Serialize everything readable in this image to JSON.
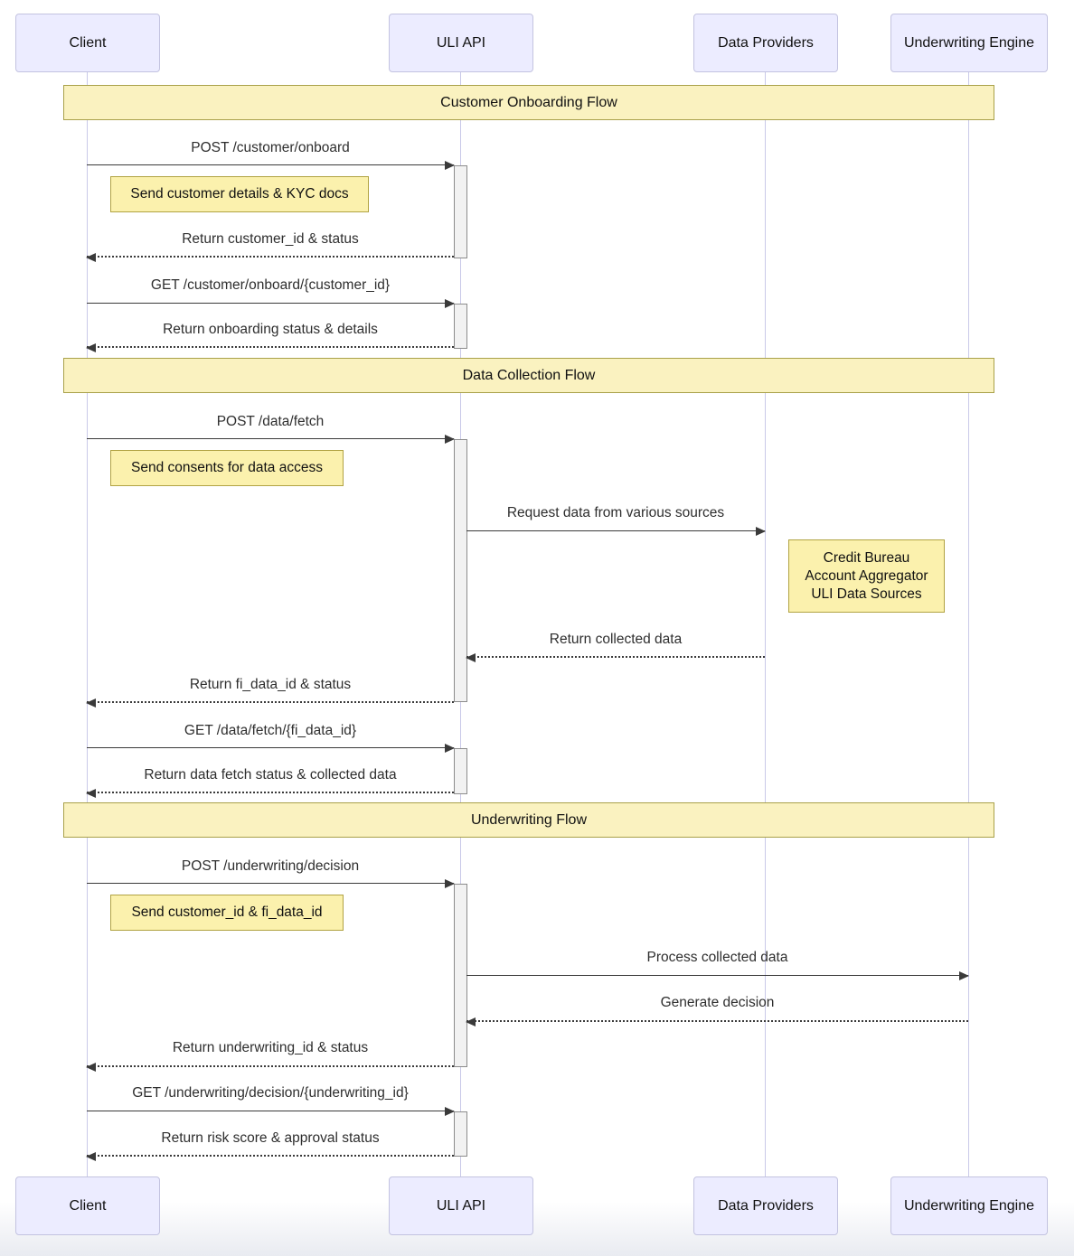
{
  "diagram": {
    "actors": [
      {
        "name": "Client"
      },
      {
        "name": "ULI API"
      },
      {
        "name": "Data Providers"
      },
      {
        "name": "Underwriting Engine"
      }
    ],
    "sections": [
      {
        "title": "Customer Onboarding Flow"
      },
      {
        "title": "Data Collection Flow"
      },
      {
        "title": "Underwriting Flow"
      }
    ],
    "messages": [
      {
        "label": "POST /customer/onboard",
        "type": "solid",
        "from": "Client",
        "to": "ULI API"
      },
      {
        "label": "Return customer_id & status",
        "type": "dashed",
        "from": "ULI API",
        "to": "Client"
      },
      {
        "label": "GET /customer/onboard/{customer_id}",
        "type": "solid",
        "from": "Client",
        "to": "ULI API"
      },
      {
        "label": "Return onboarding status & details",
        "type": "dashed",
        "from": "ULI API",
        "to": "Client"
      },
      {
        "label": "POST /data/fetch",
        "type": "solid",
        "from": "Client",
        "to": "ULI API"
      },
      {
        "label": "Request data from various sources",
        "type": "solid",
        "from": "ULI API",
        "to": "Data Providers"
      },
      {
        "label": "Return collected data",
        "type": "dashed",
        "from": "Data Providers",
        "to": "ULI API"
      },
      {
        "label": "Return fi_data_id & status",
        "type": "dashed",
        "from": "ULI API",
        "to": "Client"
      },
      {
        "label": "GET /data/fetch/{fi_data_id}",
        "type": "solid",
        "from": "Client",
        "to": "ULI API"
      },
      {
        "label": "Return data fetch status & collected data",
        "type": "dashed",
        "from": "ULI API",
        "to": "Client"
      },
      {
        "label": "POST /underwriting/decision",
        "type": "solid",
        "from": "Client",
        "to": "ULI API"
      },
      {
        "label": "Process collected data",
        "type": "solid",
        "from": "ULI API",
        "to": "Underwriting Engine"
      },
      {
        "label": "Generate decision",
        "type": "dashed",
        "from": "Underwriting Engine",
        "to": "ULI API"
      },
      {
        "label": "Return underwriting_id & status",
        "type": "dashed",
        "from": "ULI API",
        "to": "Client"
      },
      {
        "label": "GET /underwriting/decision/{underwriting_id}",
        "type": "solid",
        "from": "Client",
        "to": "ULI API"
      },
      {
        "label": "Return risk score & approval status",
        "type": "dashed",
        "from": "ULI API",
        "to": "Client"
      }
    ],
    "notes": [
      {
        "text": "Send customer details & KYC docs"
      },
      {
        "text": "Send consents for data access"
      },
      {
        "lines": [
          "Credit Bureau",
          "Account Aggregator",
          "ULI Data Sources"
        ]
      },
      {
        "text": "Send customer_id & fi_data_id"
      }
    ],
    "colors": {
      "actor_fill": "#ececff",
      "actor_border": "#c3c3e0",
      "banner_fill": "#faf2c0",
      "note_fill": "#fbf1ad",
      "note_border": "#b1a343",
      "lifeline": "#c9c9e8",
      "activation_fill": "#f2f2f2",
      "arrow": "#3a3a3a"
    }
  }
}
